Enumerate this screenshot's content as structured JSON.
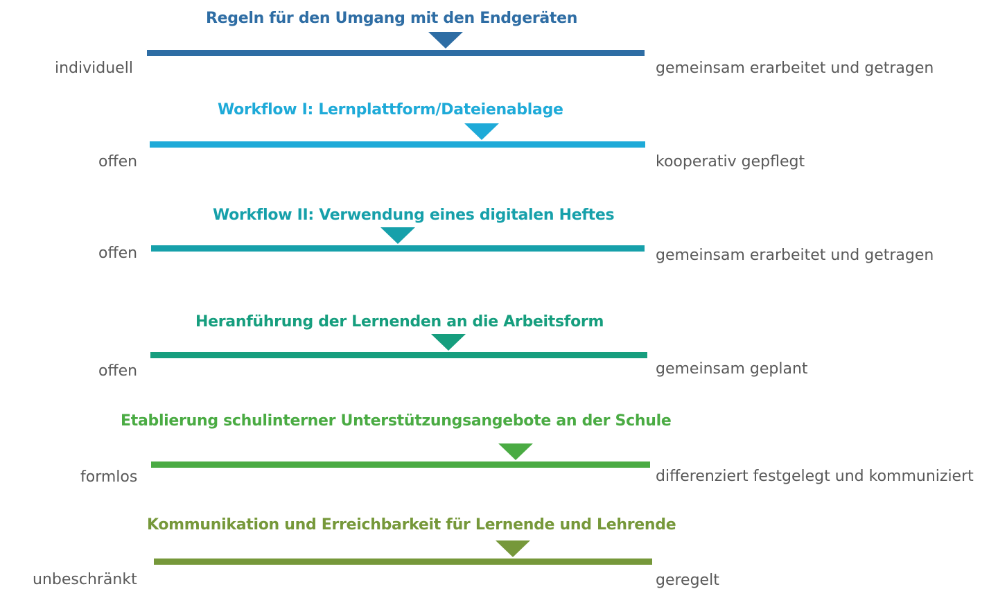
{
  "scales": [
    {
      "title": "Regeln für den Umgang mit den Endgeräten",
      "left_label": "individuell",
      "right_label": "gemeinsam erarbeitet und getragen",
      "color": "#2e6da4",
      "marker_position": 0.6
    },
    {
      "title": "Workflow I: Lernplattform/Dateienablage",
      "left_label": "offen",
      "right_label": "kooperativ gepflegt",
      "color": "#1eaad8",
      "marker_position": 0.67
    },
    {
      "title": "Workflow II: Verwendung eines digitalen Heftes",
      "left_label": "offen",
      "right_label": "gemeinsam erarbeitet und getragen",
      "color": "#16a0aa",
      "marker_position": 0.5
    },
    {
      "title": "Heranführung der Lernenden an die Arbeitsform",
      "left_label": "offen",
      "right_label": "gemeinsam geplant",
      "color": "#169e7e",
      "marker_position": 0.6
    },
    {
      "title": "Etablierung schulinterner Unterstützungsangebote an der Schule",
      "left_label": "formlos",
      "right_label": "differenziert festgelegt und kommuniziert",
      "color": "#4aab43",
      "marker_position": 0.73
    },
    {
      "title": "Kommunikation und Erreichbarkeit für Lernende und Lehrende",
      "left_label": "unbeschränkt",
      "right_label": "geregelt",
      "color": "#76983a",
      "marker_position": 0.72
    }
  ]
}
